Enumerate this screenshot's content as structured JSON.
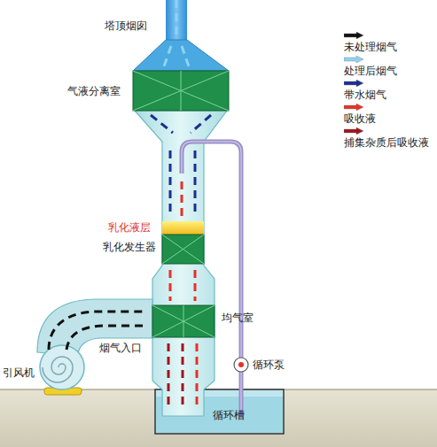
{
  "diagram": {
    "labels": [
      "塔顶烟囱",
      "气液分离室",
      "乳化液层",
      "乳化发生器",
      "均气室",
      "烟气入口",
      "引风机",
      "循环泵",
      "循环槽"
    ],
    "legend": [
      {
        "text": "未处理烟气",
        "color": "#111111"
      },
      {
        "text": "处理后烟气",
        "color": "#8fd3f2"
      },
      {
        "text": "带水烟气",
        "color": "#1c2f8f"
      },
      {
        "text": "吸收液",
        "color": "#e53228"
      },
      {
        "text": "捕集杂质后吸收液",
        "color": "#a0141c"
      }
    ]
  }
}
